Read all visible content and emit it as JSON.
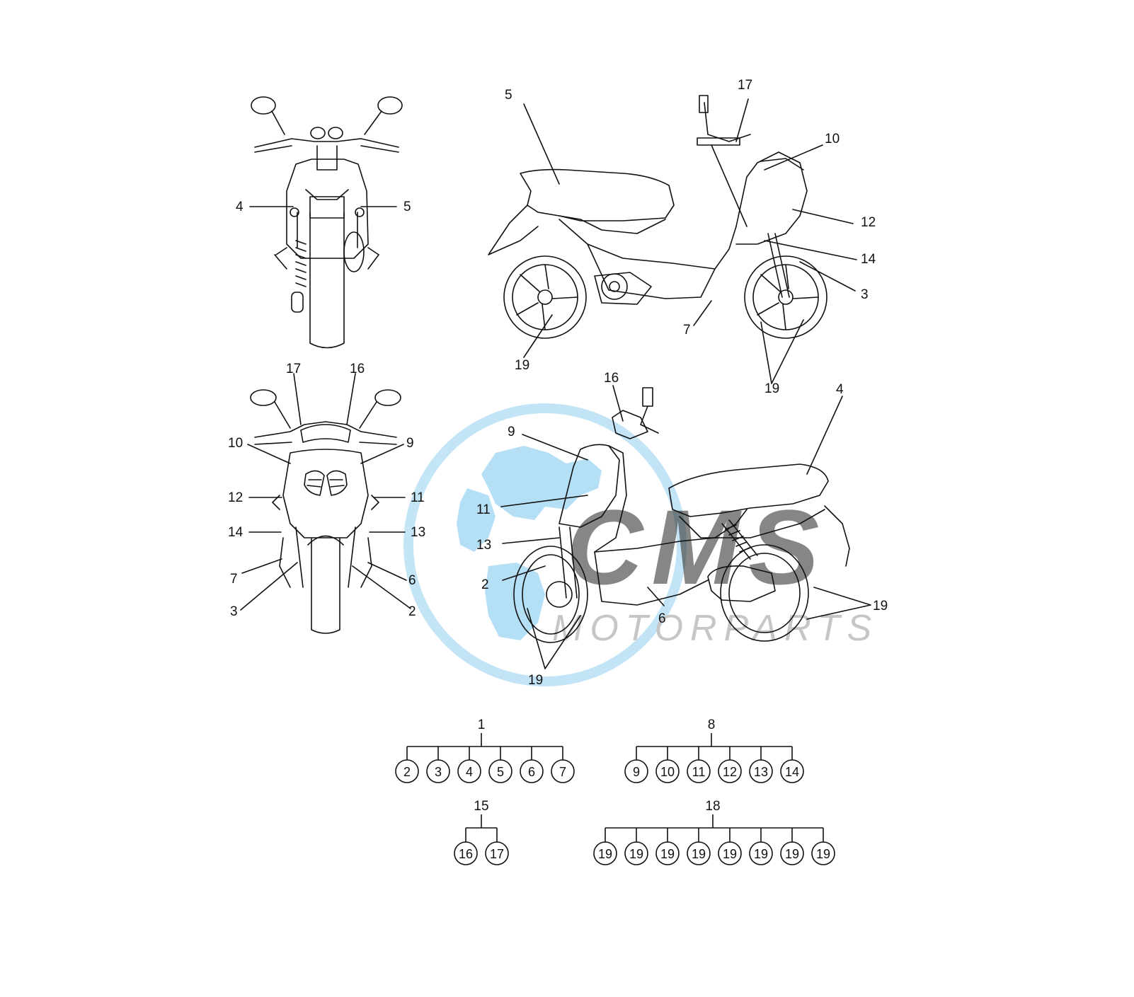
{
  "watermark": {
    "brand": "CMS",
    "tagline": "MOTORPARTS",
    "colors": {
      "globe": "#9ed4f2",
      "brand": "#9a9a9a",
      "globe_outline": "#b9e0f5"
    }
  },
  "views": {
    "rear": {
      "callouts": [
        "4",
        "5"
      ]
    },
    "right_side": {
      "callouts": [
        "5",
        "17",
        "10",
        "12",
        "14",
        "3",
        "7",
        "19",
        "19"
      ]
    },
    "front": {
      "callouts": [
        "17",
        "16",
        "10",
        "9",
        "12",
        "11",
        "14",
        "13",
        "7",
        "6",
        "3",
        "2"
      ]
    },
    "left_three_quarter": {
      "callouts": [
        "16",
        "4",
        "9",
        "11",
        "13",
        "2",
        "6",
        "19",
        "19"
      ]
    }
  },
  "assemblies": [
    {
      "parent": "1",
      "children": [
        "2",
        "3",
        "4",
        "5",
        "6",
        "7"
      ]
    },
    {
      "parent": "8",
      "children": [
        "9",
        "10",
        "11",
        "12",
        "13",
        "14"
      ]
    },
    {
      "parent": "15",
      "children": [
        "16",
        "17"
      ]
    },
    {
      "parent": "18",
      "children": [
        "19",
        "19",
        "19",
        "19",
        "19",
        "19",
        "19",
        "19"
      ]
    }
  ]
}
